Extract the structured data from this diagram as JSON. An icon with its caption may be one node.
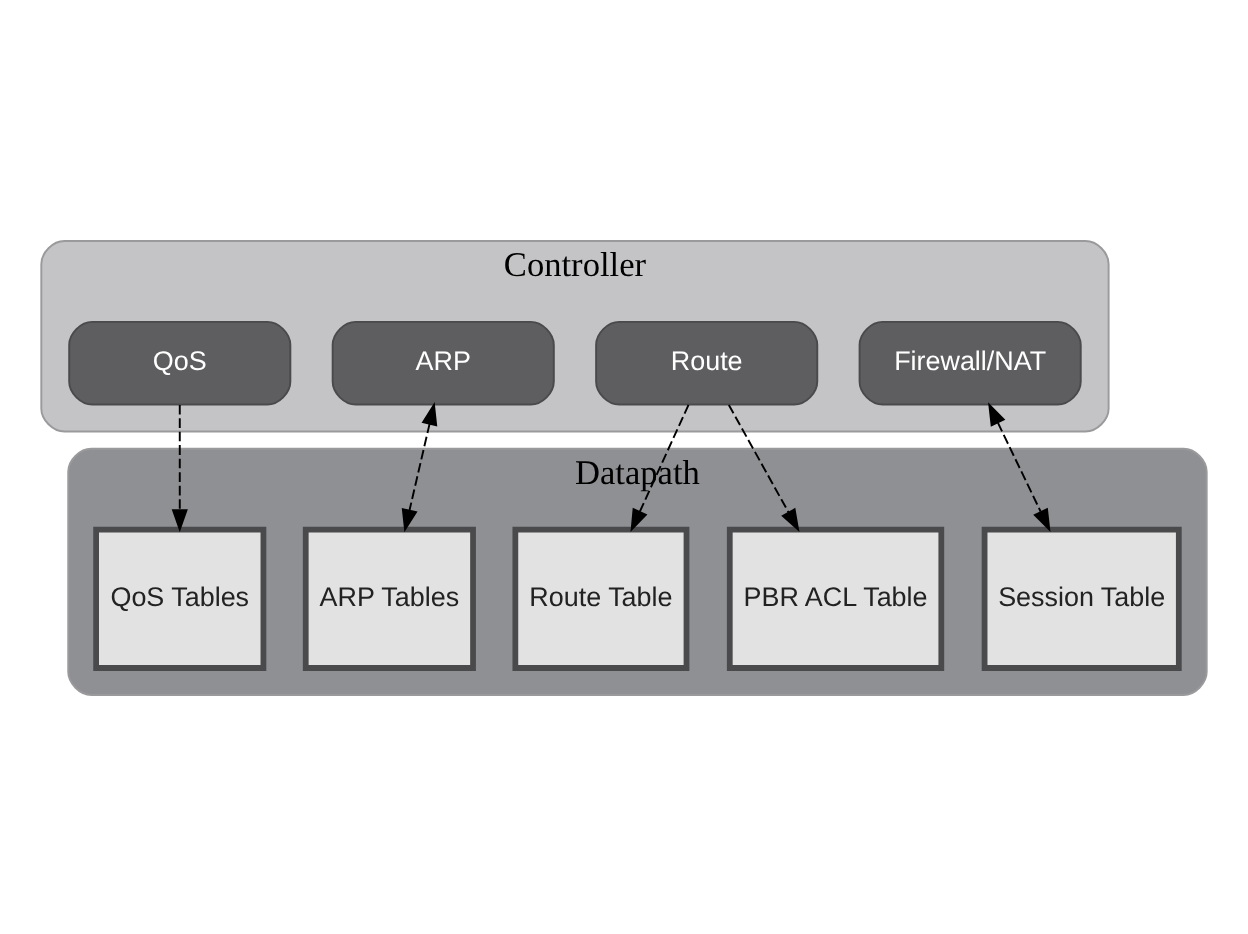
{
  "diagram": {
    "nodes": [
      {
        "text": [
          "Controller"
        ]
      },
      {
        "text": [
          "Firewall/NAT"
        ],
        "in": 0
      },
      {
        "text": [
          "Route"
        ],
        "in": 0
      },
      {
        "text": [
          "ARP"
        ],
        "in": 0
      },
      {
        "text": [
          "QoS"
        ],
        "in": 0
      },
      {
        "text": [
          "Datapath"
        ]
      },
      {
        "text": [
          "Session Table"
        ],
        "in": 5
      },
      {
        "text": [
          "PBR ACL Table"
        ],
        "in": 5
      },
      {
        "text": [
          "Route Table"
        ],
        "in": 5
      },
      {
        "text": [
          "ARP Tables"
        ],
        "in": 5
      },
      {
        "text": [
          "QoS Tables"
        ],
        "in": 5
      }
    ],
    "edges": [
      {
        "from": 1,
        "to": 6,
        "arrow": "both",
        "style": "dashed"
      },
      {
        "from": 2,
        "to": 7,
        "arrow": "to",
        "style": "dashed"
      },
      {
        "from": 2,
        "to": 8,
        "arrow": "to",
        "style": "dashed"
      },
      {
        "from": 3,
        "to": 9,
        "arrow": "both",
        "style": "dashed"
      },
      {
        "from": 4,
        "to": 10,
        "arrow": "to",
        "style": "dashed"
      }
    ]
  }
}
